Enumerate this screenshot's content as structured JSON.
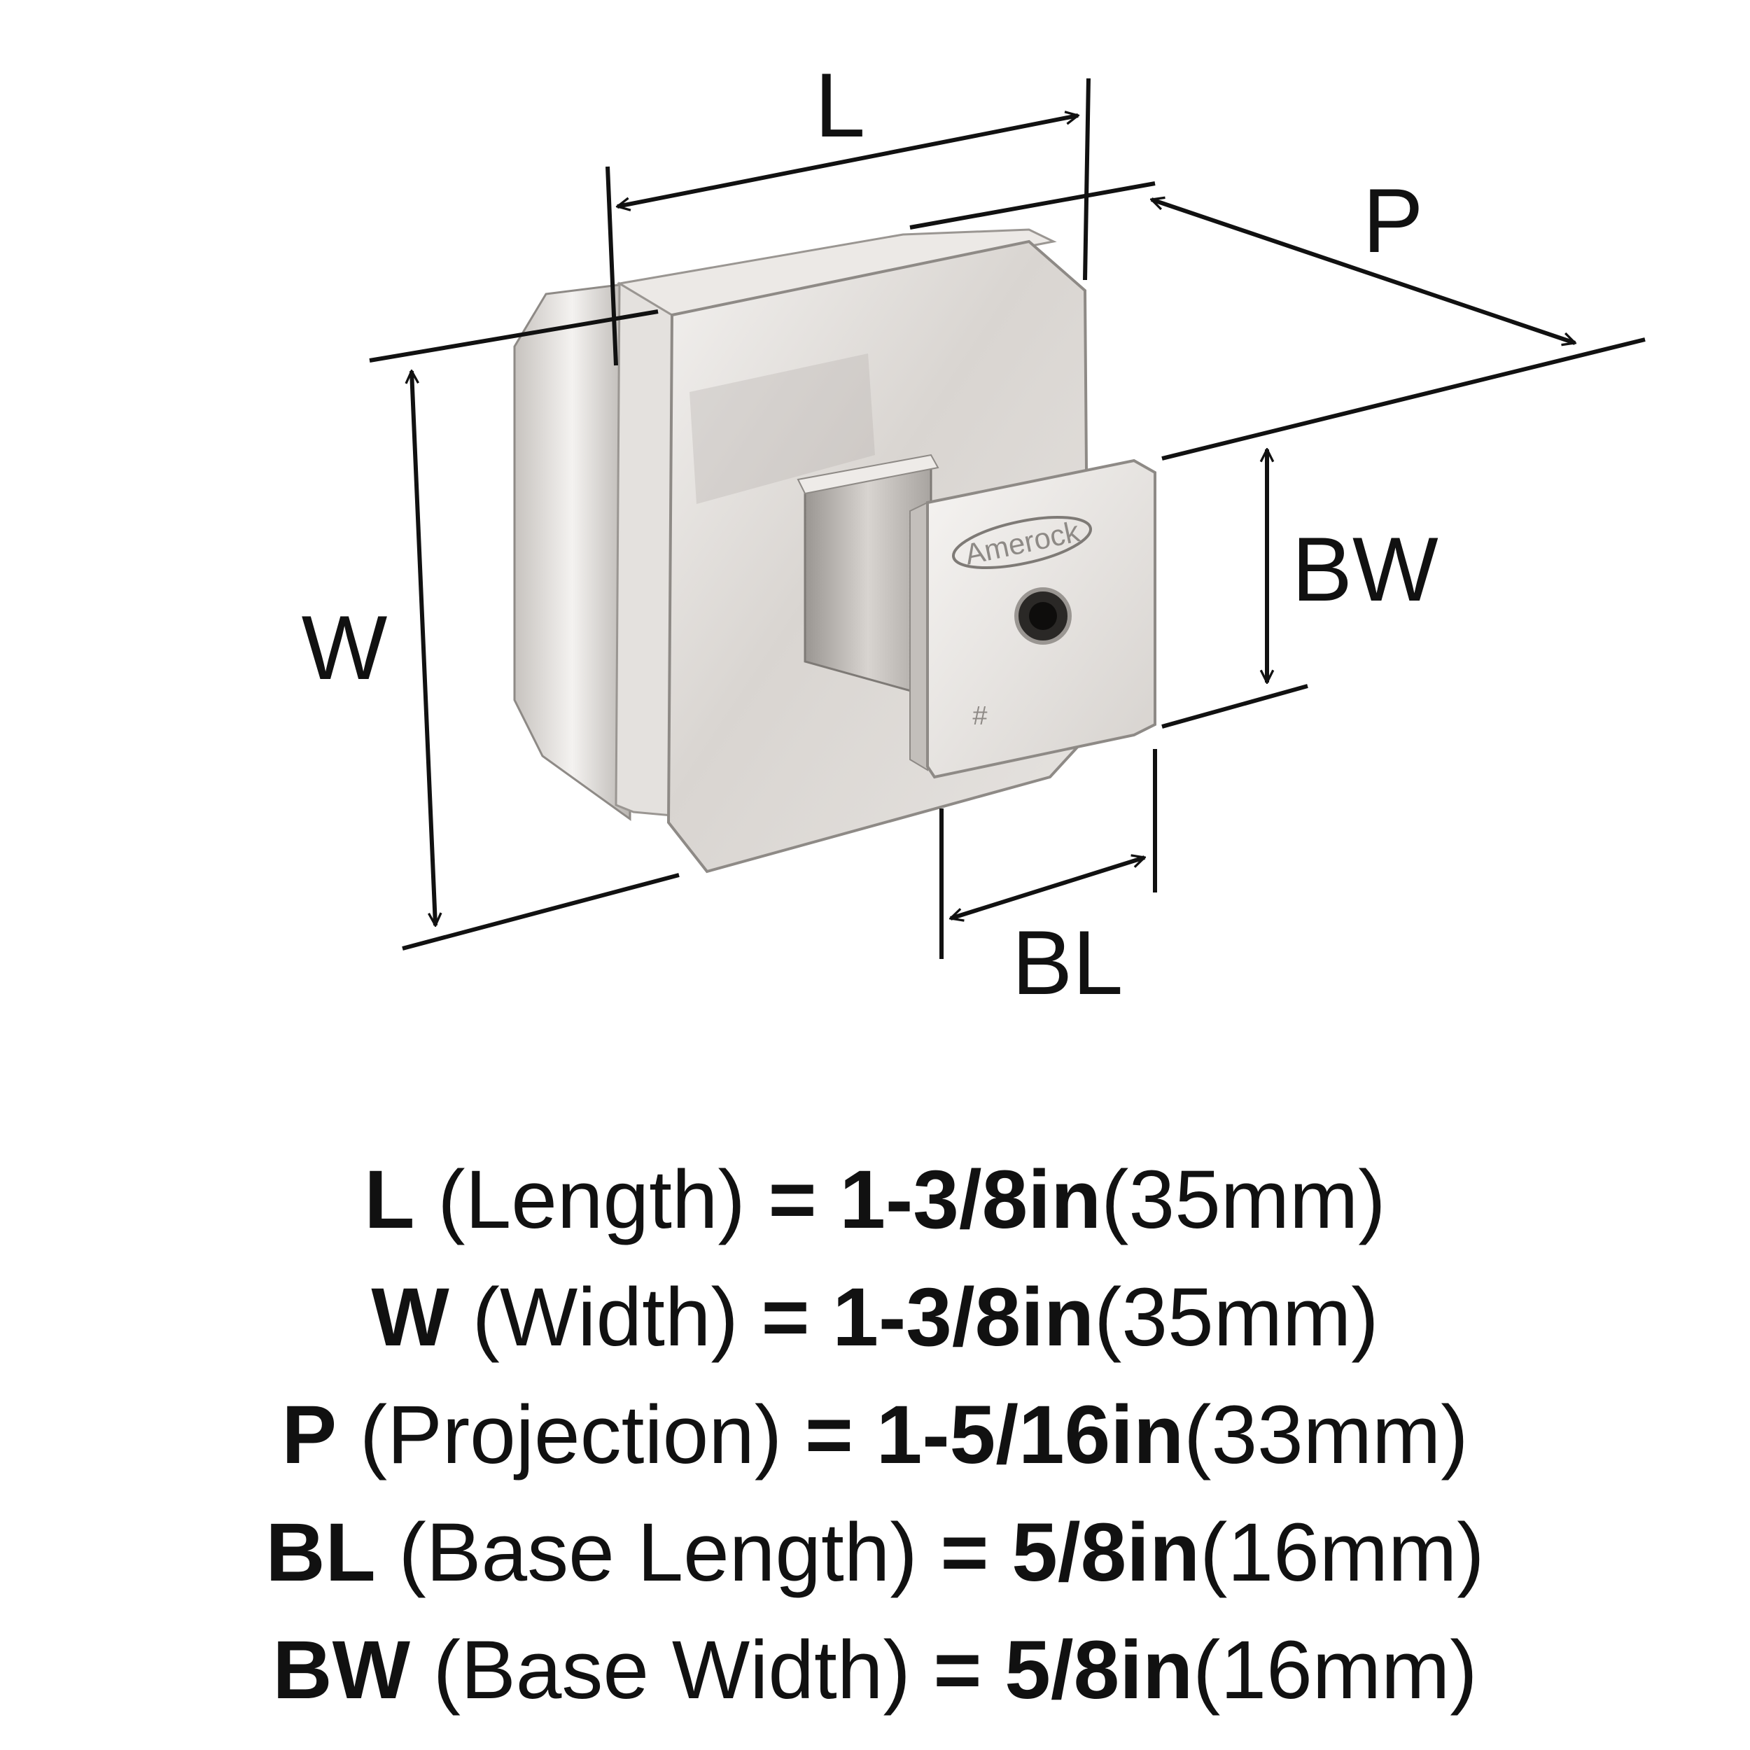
{
  "diagram": {
    "brand_logo": "Amerock",
    "mark_symbol": "#",
    "dimension_labels": {
      "length": "L",
      "width": "W",
      "projection": "P",
      "base_width": "BW",
      "base_length": "BL"
    },
    "colors": {
      "metal_light": "#e9e6e3",
      "metal_mid": "#c9c5c1",
      "metal_dark": "#8e8a86",
      "line": "#111111"
    }
  },
  "specs": [
    {
      "key": "L",
      "name": "(Length)",
      "eq": "=",
      "imperial": "1-3/8in",
      "metric": "(35mm)"
    },
    {
      "key": "W",
      "name": "(Width)",
      "eq": "=",
      "imperial": "1-3/8in",
      "metric": "(35mm)"
    },
    {
      "key": "P",
      "name": "(Projection)",
      "eq": "=",
      "imperial": "1-5/16in",
      "metric": "(33mm)"
    },
    {
      "key": "BL",
      "name": "(Base Length)",
      "eq": "=",
      "imperial": "5/8in",
      "metric": "(16mm)"
    },
    {
      "key": "BW",
      "name": "(Base Width)",
      "eq": "=",
      "imperial": "5/8in",
      "metric": "(16mm)"
    }
  ]
}
